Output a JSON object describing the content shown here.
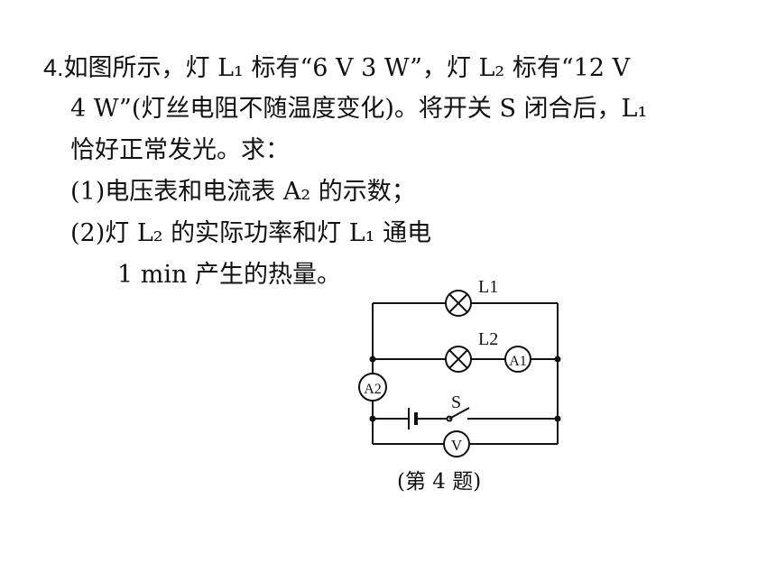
{
  "question": {
    "number": "4.",
    "lines": [
      "如图所示，灯 L₁ 标有“6 V   3 W”，灯 L₂ 标有“12 V",
      "4 W”(灯丝电阻不随温度变化)。将开关 S 闭合后，L₁",
      "恰好正常发光。求：",
      "(1)电压表和电流表 A₂ 的示数；",
      "(2)灯 L₂ 的实际功率和灯 L₁ 通电",
      "1 min 产生的热量。"
    ]
  },
  "circuit": {
    "lamp1_label": "L1",
    "lamp2_label": "L2",
    "ammeter1_label": "A1",
    "ammeter2_label": "A2",
    "voltmeter_label": "V",
    "switch_label": "S"
  },
  "caption": "(第 4 题)"
}
